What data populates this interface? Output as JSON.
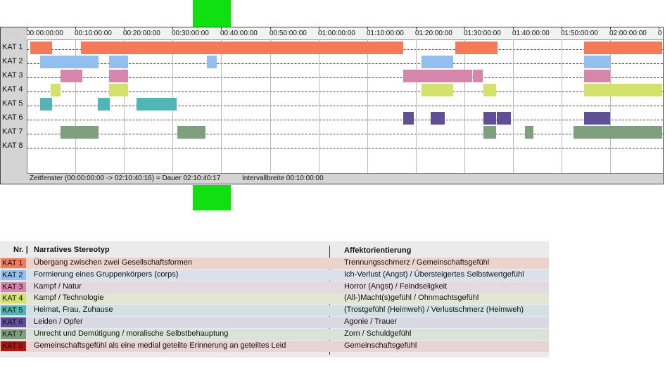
{
  "timeline": {
    "rows": [
      "KAT 1",
      "KAT 2",
      "KAT 3",
      "KAT 4",
      "KAT 5",
      "KAT 6",
      "KAT 7",
      "KAT 8"
    ],
    "ticks": [
      "00:00:00:00",
      "00:10:00:00",
      "00:20:00:00",
      "00:30:00:00",
      "00:40:00:00",
      "00:50:00:00",
      "01:00:00:00",
      "01:10:00:00",
      "01:20:00:00",
      "01:30:00:00",
      "01:40:00:00",
      "01:50:00:00",
      "02:00:00:00",
      "0"
    ],
    "tick_minutes": [
      0,
      10,
      20,
      30,
      40,
      50,
      60,
      70,
      80,
      90,
      100,
      110,
      120,
      130
    ],
    "total_minutes": 130.678,
    "colors": [
      "#f47a5a",
      "#92bff0",
      "#d786ab",
      "#d3e26c",
      "#52b5b5",
      "#5f4f96",
      "#7f9f7f",
      "#aa1a10"
    ],
    "segments": [
      {
        "row": 0,
        "start": 0.7,
        "end": 5.2
      },
      {
        "row": 0,
        "start": 11.2,
        "end": 38.8
      },
      {
        "row": 0,
        "start": 38.8,
        "end": 77.4
      },
      {
        "row": 0,
        "start": 88.1,
        "end": 96.8
      },
      {
        "row": 0,
        "start": 114.6,
        "end": 130.7
      },
      {
        "row": 1,
        "start": 2.8,
        "end": 14.8
      },
      {
        "row": 1,
        "start": 17.0,
        "end": 20.8
      },
      {
        "row": 1,
        "start": 37.0,
        "end": 39.1
      },
      {
        "row": 1,
        "start": 81.2,
        "end": 87.7
      },
      {
        "row": 1,
        "start": 114.6,
        "end": 120.0
      },
      {
        "row": 2,
        "start": 7.0,
        "end": 11.4
      },
      {
        "row": 2,
        "start": 17.0,
        "end": 20.8
      },
      {
        "row": 2,
        "start": 77.4,
        "end": 91.6
      },
      {
        "row": 2,
        "start": 91.7,
        "end": 93.8
      },
      {
        "row": 2,
        "start": 114.6,
        "end": 120.0
      },
      {
        "row": 3,
        "start": 4.9,
        "end": 6.9
      },
      {
        "row": 3,
        "start": 17.0,
        "end": 20.8
      },
      {
        "row": 3,
        "start": 81.2,
        "end": 87.7
      },
      {
        "row": 3,
        "start": 93.9,
        "end": 96.5
      },
      {
        "row": 3,
        "start": 114.6,
        "end": 130.7
      },
      {
        "row": 4,
        "start": 2.8,
        "end": 5.2
      },
      {
        "row": 4,
        "start": 14.6,
        "end": 17.1
      },
      {
        "row": 4,
        "start": 22.6,
        "end": 30.8
      },
      {
        "row": 5,
        "start": 77.4,
        "end": 79.6
      },
      {
        "row": 5,
        "start": 83.0,
        "end": 85.9
      },
      {
        "row": 5,
        "start": 93.9,
        "end": 96.5
      },
      {
        "row": 5,
        "start": 96.6,
        "end": 99.6
      },
      {
        "row": 5,
        "start": 114.6,
        "end": 120.0
      },
      {
        "row": 6,
        "start": 7.0,
        "end": 14.7
      },
      {
        "row": 6,
        "start": 30.9,
        "end": 36.8
      },
      {
        "row": 6,
        "start": 93.9,
        "end": 96.5
      },
      {
        "row": 6,
        "start": 102.4,
        "end": 104.2
      },
      {
        "row": 6,
        "start": 112.5,
        "end": 130.7
      }
    ],
    "status_window": "Zeitfenster (00:00:00:00 -> 02:10:40:16) = Dauer 02:10:40:17",
    "status_interval": "Intervallbreite 00:10:00:00"
  },
  "legend": {
    "header_nr": "Nr. |",
    "header_stereotype": "Narratives Stereotyp",
    "header_affect": "Affektorientierung",
    "rows": [
      {
        "code": "KAT 1",
        "code_color": "#f47a5a",
        "row_color": "#ecd4cc",
        "stereotype": "Übergang zwischen zwei Gesellschaftsformen",
        "affect": "Trennungsschmerz / Gemeinschaftsgefühl"
      },
      {
        "code": "KAT 2",
        "code_color": "#92bff0",
        "row_color": "#dae1ea",
        "stereotype": "Formierung eines Gruppenkörpers (corps)",
        "affect": "Ich-Verlust (Angst) / Übersteigertes Selbstwertgefühl"
      },
      {
        "code": "KAT 3",
        "code_color": "#d786ab",
        "row_color": "#e6d8df",
        "stereotype": "Kampf / Natur",
        "affect": "Horror (Angst) / Feindseligkeit"
      },
      {
        "code": "KAT 4",
        "code_color": "#d3e26c",
        "row_color": "#e4e6d4",
        "stereotype": "Kampf / Technologie",
        "affect": "(All-)Macht(s)gefühl / Ohnmachtsgefühl"
      },
      {
        "code": "KAT 5",
        "code_color": "#52b5b5",
        "row_color": "#d2e2e2",
        "stereotype": "Heimat, Frau, Zuhause",
        "affect": "(Trostgefühl (Heimweh) / Verlustschmerz (Heimweh)"
      },
      {
        "code": "KAT 6",
        "code_color": "#5f4f96",
        "row_color": "#dad8e2",
        "stereotype": "Leiden / Opfer",
        "affect": "Agonie / Trauer"
      },
      {
        "code": "KAT 7",
        "code_color": "#7f9f7f",
        "row_color": "#dbe2db",
        "stereotype": "Unrecht und Demütigung / moralische Selbstbehauptung",
        "affect": "Zorn / Schuldgefühl"
      },
      {
        "code": "KAT 8",
        "code_color": "#aa1a10",
        "row_color": "#e8d4d3",
        "stereotype": "Gemeinschaftsgefühl als eine medial geteilte Erinnerung an geteiltes Leid",
        "affect": "Gemeinschaftsgefühl"
      }
    ]
  }
}
